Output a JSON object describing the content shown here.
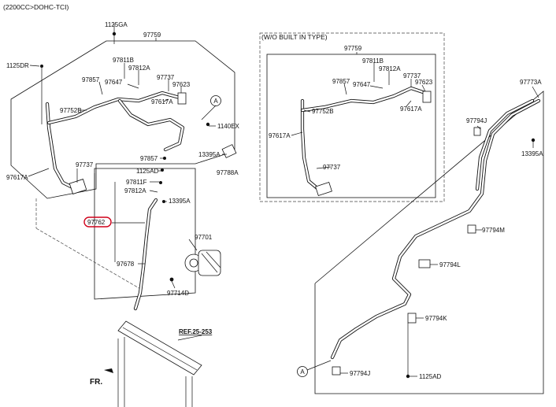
{
  "header": {
    "engine_spec": "(2200CC>DOHC-TCI)",
    "variant_box_title": "(W/O BUILT IN TYPE)"
  },
  "orientation": {
    "front_label": "FR."
  },
  "reference": {
    "label": "REF.25-253"
  },
  "callout_A": {
    "left_box": "A",
    "right_group": "A"
  },
  "highlight_color": "#d0021b",
  "main_assembly": {
    "p1125GA": "1125GA",
    "p97759": "97759",
    "p1125DR": "1125DR",
    "p97811B": "97811B",
    "p97812A": "97812A",
    "p97857_top": "97857",
    "p97737_top": "97737",
    "p97647": "97647",
    "p97623": "97623",
    "p97617A_mid": "97617A",
    "p97752B": "97752B",
    "p1140EX": "1140EX",
    "p97857_low": "97857",
    "p13395A": "13395A",
    "p97788A": "97788A",
    "p97737_low": "97737",
    "p1125AD": "1125AD",
    "p97617A_left": "97617A"
  },
  "variant_assembly": {
    "p97759": "97759",
    "p97811B": "97811B",
    "p97812A": "97812A",
    "p97857": "97857",
    "p97737_top": "97737",
    "p97647": "97647",
    "p97623": "97623",
    "p97752B": "97752B",
    "p97617A_right": "97617A",
    "p97617A_left": "97617A",
    "p97737_low": "97737"
  },
  "compressor_group": {
    "p97811F": "97811F",
    "p97812A": "97812A",
    "p97762": "97762",
    "p13395A": "13395A",
    "p97701": "97701",
    "p97678": "97678",
    "p97714D": "97714D"
  },
  "liquid_line_group": {
    "p97773A": "97773A",
    "p97794J_top": "97794J",
    "p13395A": "13395A",
    "p97794M": "97794M",
    "p97794L": "97794L",
    "p97794K": "97794K",
    "p97794J_bottom": "97794J",
    "p1125AD": "1125AD"
  }
}
